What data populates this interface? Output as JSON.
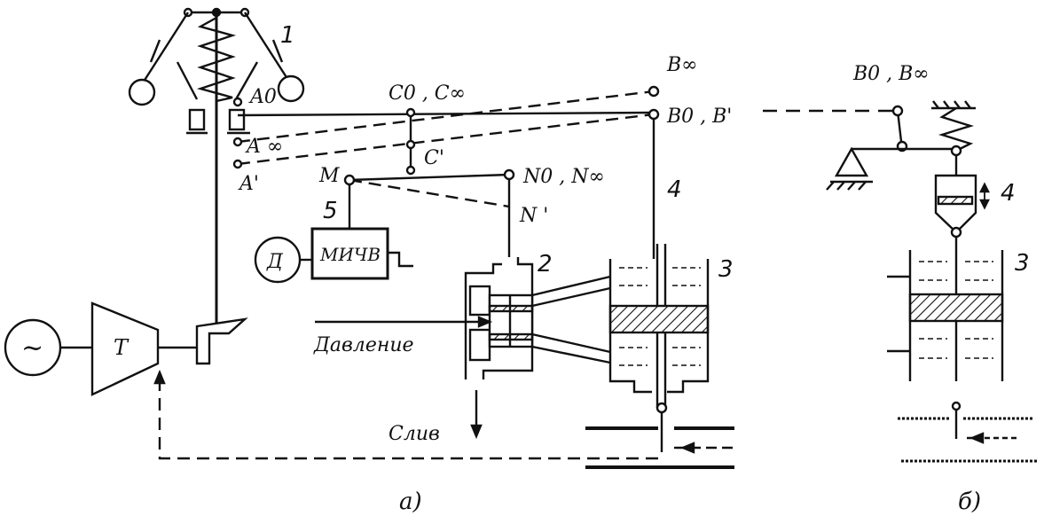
{
  "part_a": {
    "caption": "а)",
    "numbers": {
      "n1": "1",
      "n2": "2",
      "n3": "3",
      "n4": "4",
      "n5": "5"
    },
    "points": {
      "a0": "A0",
      "a_inf": "A ∞",
      "a_prime": "A'",
      "c0_cinf": "C0 , C∞",
      "c_prime": "C'",
      "b_inf": "B∞",
      "b0_bprime": "B0 , B'",
      "m": "M",
      "n0_ninf": "N0 , N∞",
      "n_prime": "N '"
    },
    "generator_symbol": "~",
    "turbine_label": "T",
    "motor_label": "Д",
    "mechanism_label": "МИЧВ",
    "pressure_label": "Давление",
    "drain_label": "Слив"
  },
  "part_b": {
    "caption": "б)",
    "points": {
      "b0_binf": "B0 , B∞"
    },
    "numbers": {
      "n3": "3",
      "n4": "4"
    }
  }
}
